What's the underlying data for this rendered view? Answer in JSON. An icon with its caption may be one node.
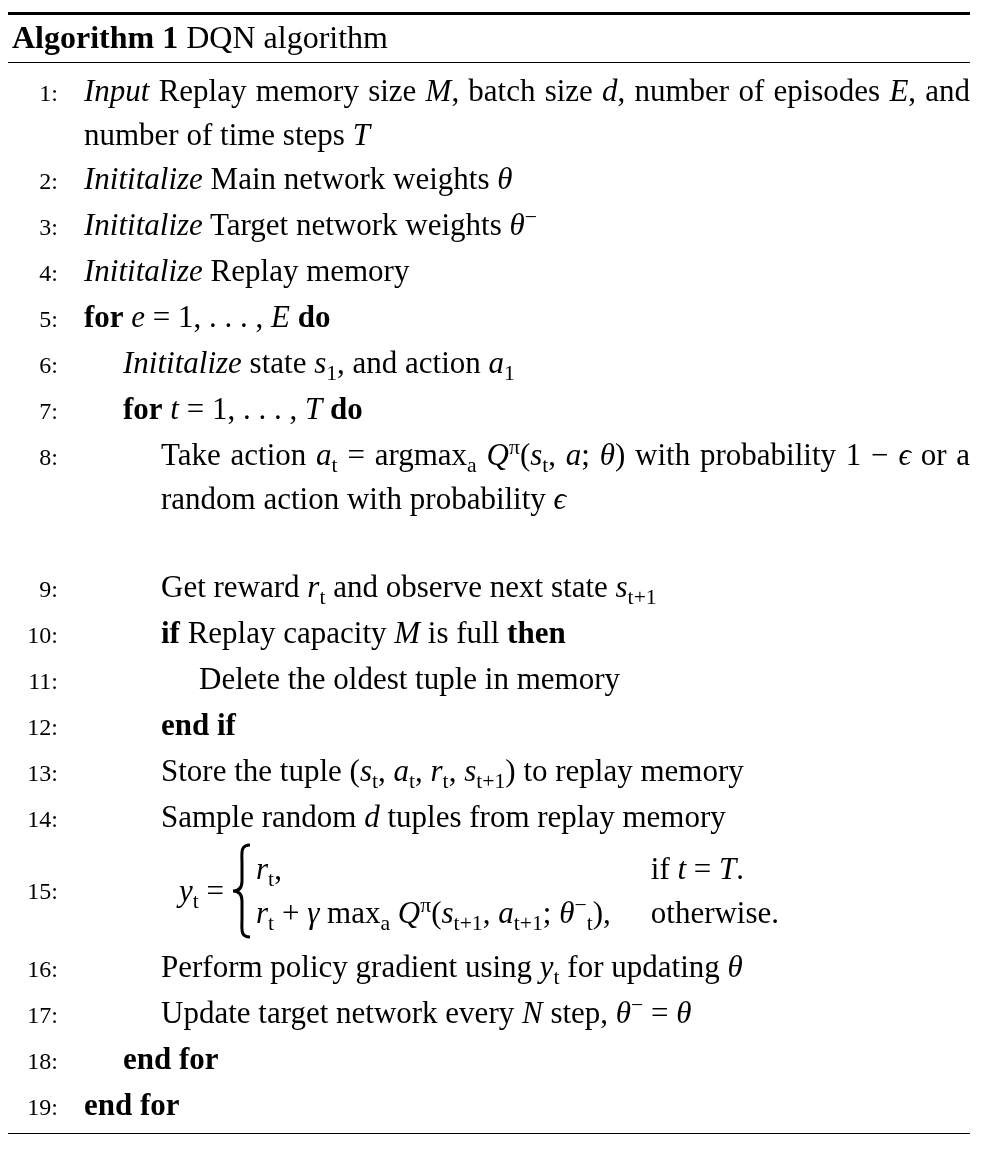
{
  "diagram": {
    "title": "**Algorithm 1** DQN algorithm",
    "labels": [
      "1:",
      "*Input* Replay memory size *M*, batch size *d*, number of episodes *E*, and number of time steps *T*",
      "2:",
      "*Inititalize* Main network weights *θ*",
      "3:",
      "*Inititalize* Target network weights *θ*$^{−}$",
      "4:",
      "*Inititalize* Replay memory",
      "5:",
      "**for** *e* = 1, . . . , *E* **do**",
      "6:",
      "*Inititalize* state *s*$_{1}$, and action *a*$_{1}$",
      "7:",
      "**for** *t* = 1, . . . , *T* **do**",
      "8:",
      "Take action *a*$_{t}$ = argmax$_{a}$ *Q*$^{π}$(*s*$_{t}$, *a*; *θ*) with probability 1 − *ϵ* or a random action with probability *ϵ*",
      "9:",
      "Get reward *r*$_{t}$ and observe next state *s*$_{t+1}$",
      "10:",
      "**if** Replay capacity *M* is full **then**",
      "11:",
      "Delete the oldest tuple in memory",
      "12:",
      "**end if**",
      "13:",
      "Store the tuple (*s*$_{t}$, *a*$_{t}$, *r*$_{t}$, *s*$_{t+1}$) to replay memory",
      "14:",
      "Sample random *d* tuples from replay memory",
      "15:",
      "*y*$_{t}$ =",
      "*r*$_{t}$,",
      "if *t* = *T*.",
      "*r*$_{t}$ + *γ* max$_{a}$ *Q*$^{π}$(*s*$_{t+1}$, *a*$_{t+1}$; *θ*$^{−}$$_{t}$),",
      "otherwise.",
      "16:",
      "Perform policy gradient using *y*$_{t}$ for updating *θ*",
      "17:",
      "Update target network every *N* step, *θ*$^{−}$ = *θ*",
      "18:",
      "**end for**",
      "19:",
      "**end for**"
    ]
  }
}
